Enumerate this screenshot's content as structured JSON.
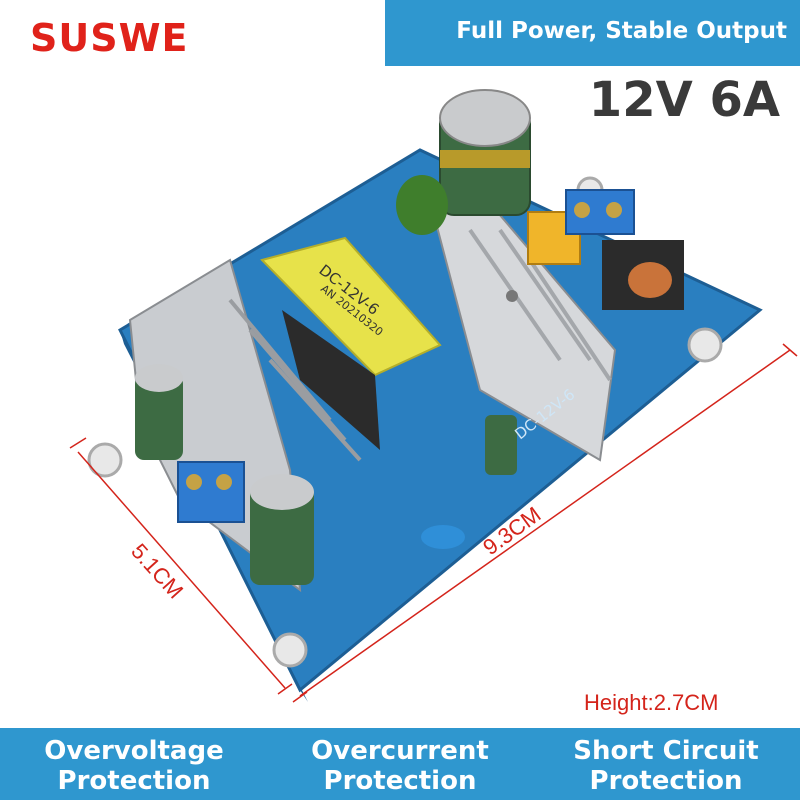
{
  "brand": "SUSWE",
  "tagline": "Full Power, Stable Output",
  "spec": "12V 6A",
  "dimensions": {
    "length": "9.3CM",
    "width": "5.1CM",
    "height": "Height:2.7CM"
  },
  "board_markings": {
    "transformer_model": "DC-12V-6",
    "transformer_date": "AN 20210320",
    "board_model": "DC-12V-6"
  },
  "features": [
    {
      "line1": "Overvoltage",
      "line2": "Protection"
    },
    {
      "line1": "Overcurrent",
      "line2": "Protection"
    },
    {
      "line1": "Short Circuit",
      "line2": "Protection"
    }
  ],
  "colors": {
    "brand_red": "#e0221a",
    "bar_blue": "#2f97cf",
    "pcb_blue": "#2a7fc0",
    "dimension_red": "#d4241b",
    "transformer_yellow": "#e7e24a"
  }
}
